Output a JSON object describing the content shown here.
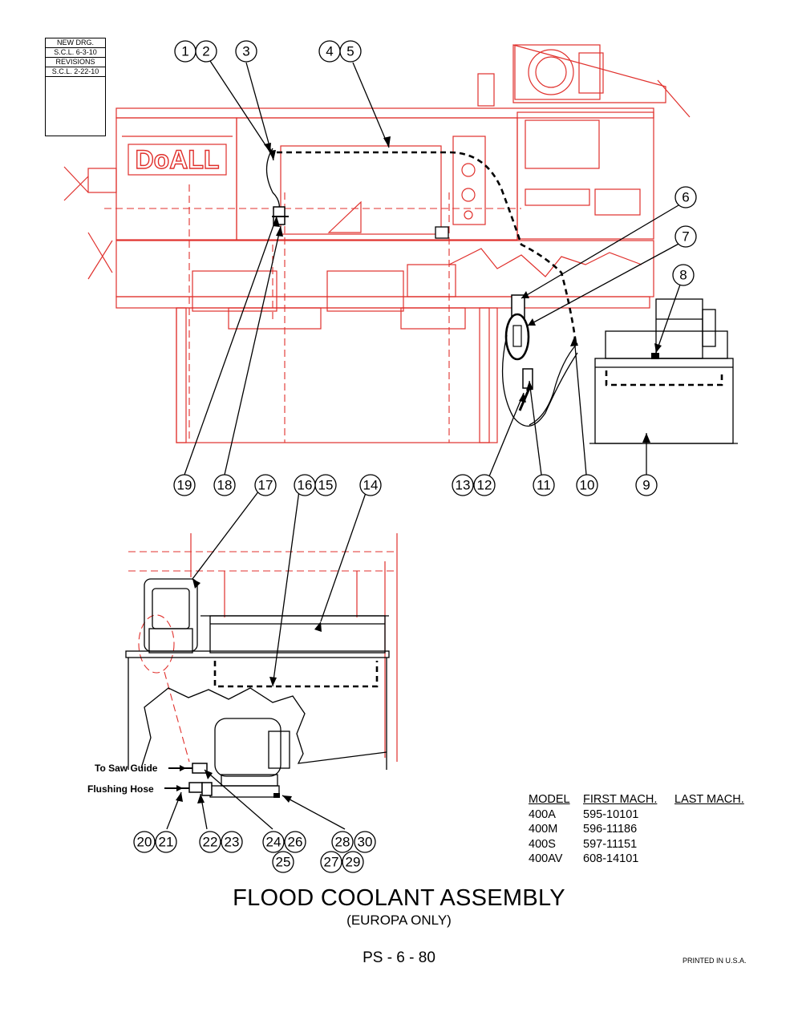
{
  "revision_block": {
    "new_drg": "NEW DRG.",
    "new_drg_date": "S.C.L. 6-3-10",
    "revisions": "REVISIONS",
    "revision_date": "S.C.L. 2-22-10"
  },
  "brand_logo": "DoALL",
  "callouts": [
    "1",
    "2",
    "3",
    "4",
    "5",
    "6",
    "7",
    "8",
    "9",
    "10",
    "11",
    "12",
    "13",
    "14",
    "15",
    "16",
    "17",
    "18",
    "19",
    "20",
    "21",
    "22",
    "23",
    "24",
    "25",
    "26",
    "27",
    "28",
    "29",
    "30"
  ],
  "hose_labels": {
    "saw_guide": "To Saw Guide",
    "flushing_hose": "Flushing Hose"
  },
  "model_table": {
    "headers": [
      "MODEL",
      "FIRST MACH.",
      "LAST MACH."
    ],
    "rows": [
      [
        "400A",
        "595-10101",
        ""
      ],
      [
        "400M",
        "596-11186",
        ""
      ],
      [
        "400S",
        "597-11151",
        ""
      ],
      [
        "400AV",
        "608-14101",
        ""
      ]
    ]
  },
  "title": "FLOOD COOLANT ASSEMBLY",
  "subtitle": "(EUROPA ONLY)",
  "page_number": "PS - 6 - 80",
  "printed": "PRINTED IN U.S.A.",
  "colors": {
    "machine_outline": "#e0302c",
    "coolant_parts": "#000000"
  }
}
